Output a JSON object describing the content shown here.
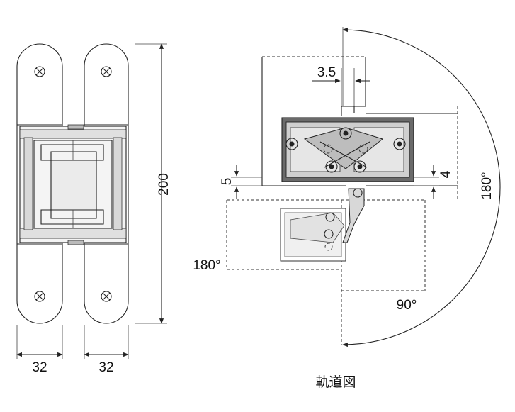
{
  "front_view": {
    "width_left_label": "32",
    "width_right_label": "32",
    "height_label": "200"
  },
  "motion_view": {
    "gap_label": "3.5",
    "offset_left_label": "5",
    "offset_right_label": "4",
    "angle_left_label": "180°",
    "angle_bottom_label": "90°",
    "angle_right_label": "180°"
  },
  "caption": "軌道図",
  "colors": {
    "line": "#222222",
    "fill_gray": "#cfcfcf",
    "fill_dark": "#6a6a6a"
  }
}
